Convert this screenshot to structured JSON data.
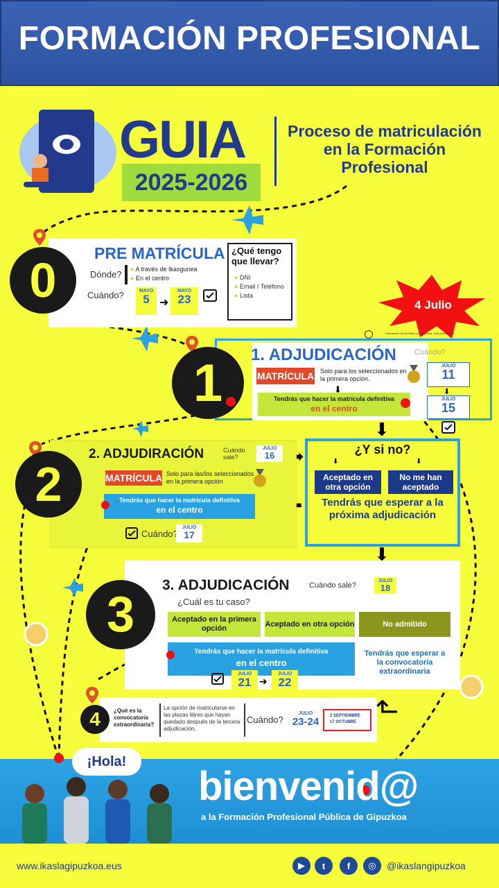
{
  "banner": {
    "title": "FORMACIÓN PROFESIONAL"
  },
  "header": {
    "guia": "GUIA",
    "year": "2025-2026",
    "proceso": "Proceso de matriculación en la Formación Profesional"
  },
  "star": {
    "label": "4 Julio",
    "note": "Orientación de bachiller con amanada, Selectividad bloc"
  },
  "step0": {
    "number": "0",
    "title": "PRE MATRÍCULA",
    "donde_label": "Dónde?",
    "donde_items": [
      "A través de Ikasgunea",
      "En el centro"
    ],
    "cuando_label": "Cuándo?",
    "date_from": {
      "month": "MAYO",
      "day": "5"
    },
    "date_to": {
      "month": "MAYO",
      "day": "23"
    },
    "que_title": "¿Qué tengo que llevar?",
    "que_items": [
      "DNI",
      "Email / Teléfono",
      "Lista"
    ]
  },
  "step1": {
    "number": "1",
    "title": "1. ADJUDICACIÓN",
    "cuando": "Cuándo?",
    "matricula": "MATRÍCULA",
    "solo": "Solo para los seleccionados en la primera opción.",
    "tendras": "Tendrás que hacer la matrícula definitiva",
    "en_centro": "en el centro",
    "date_a": {
      "month": "JULIO",
      "day": "11"
    },
    "date_b": {
      "month": "JULIO",
      "day": "15"
    }
  },
  "ysino": {
    "title": "¿Y si no?",
    "opt1": "Aceptado en otra opción",
    "opt2": "No me han aceptado",
    "esperar": "Tendrás que esperar a la próxima adjudicación"
  },
  "step2": {
    "number": "2",
    "title": "2. ADJUDIRACIÓN",
    "cuando_sale": "Cuándo sale?",
    "date_sale": {
      "month": "JULIO",
      "day": "16"
    },
    "matricula": "MATRÍCULA",
    "solo": "Solo para las/los seleccionados en la primera opción",
    "tendras": "Tendrás que hacer la matrícula definitiva",
    "en_centro": "en el centro",
    "cuando": "Cuándo?",
    "date_cuando": {
      "month": "JULIO",
      "day": "17"
    }
  },
  "step3": {
    "number": "3",
    "title": "3. ADJUDICACIÓN",
    "cuando_sale": "Cuándo sale?",
    "date_sale": {
      "month": "JULIO",
      "day": "18"
    },
    "caso": "¿Cuál es tu caso?",
    "opt1": "Aceptado en la primera opción",
    "opt2": "Aceptado en otra opción",
    "opt3": "No admitido",
    "tendras": "Tendrás que hacer la matrícula definitiva",
    "en_centro": "en el centro",
    "esperar": "Tendrás que esperar a la convocatoria extraordinaria",
    "date_a": {
      "month": "JULIO",
      "day": "21"
    },
    "date_b": {
      "month": "JULIO",
      "day": "22"
    }
  },
  "step4": {
    "number": "4",
    "question": "¿Qué es la convocatoria extraordinaria?",
    "answer": "La opción de matricularse en las plazas libres que hayan quedado después de la tercera adjudicación.",
    "cuando": "Cuándo?",
    "date": {
      "month": "JULIO",
      "day": "23-24"
    },
    "red_line1": "2 SEPTIEMBRE",
    "red_line2": "17 OCTUBRE"
  },
  "welcome": {
    "hola": "¡Hola!",
    "bienvenid": "bienvenid@",
    "subtitle": "a la Formación Profesional Pública de Gipuzkoa"
  },
  "footer": {
    "url": "www.ikaslagipuzkoa.eus",
    "handle": "@ikaslangipuzkoa",
    "icons": [
      "youtube-icon",
      "twitter-icon",
      "facebook-icon",
      "instagram-icon"
    ]
  },
  "colors": {
    "background": "#f6fd3a",
    "navy": "#233a8c",
    "blue": "#2aa1e0",
    "red": "#e02020"
  }
}
